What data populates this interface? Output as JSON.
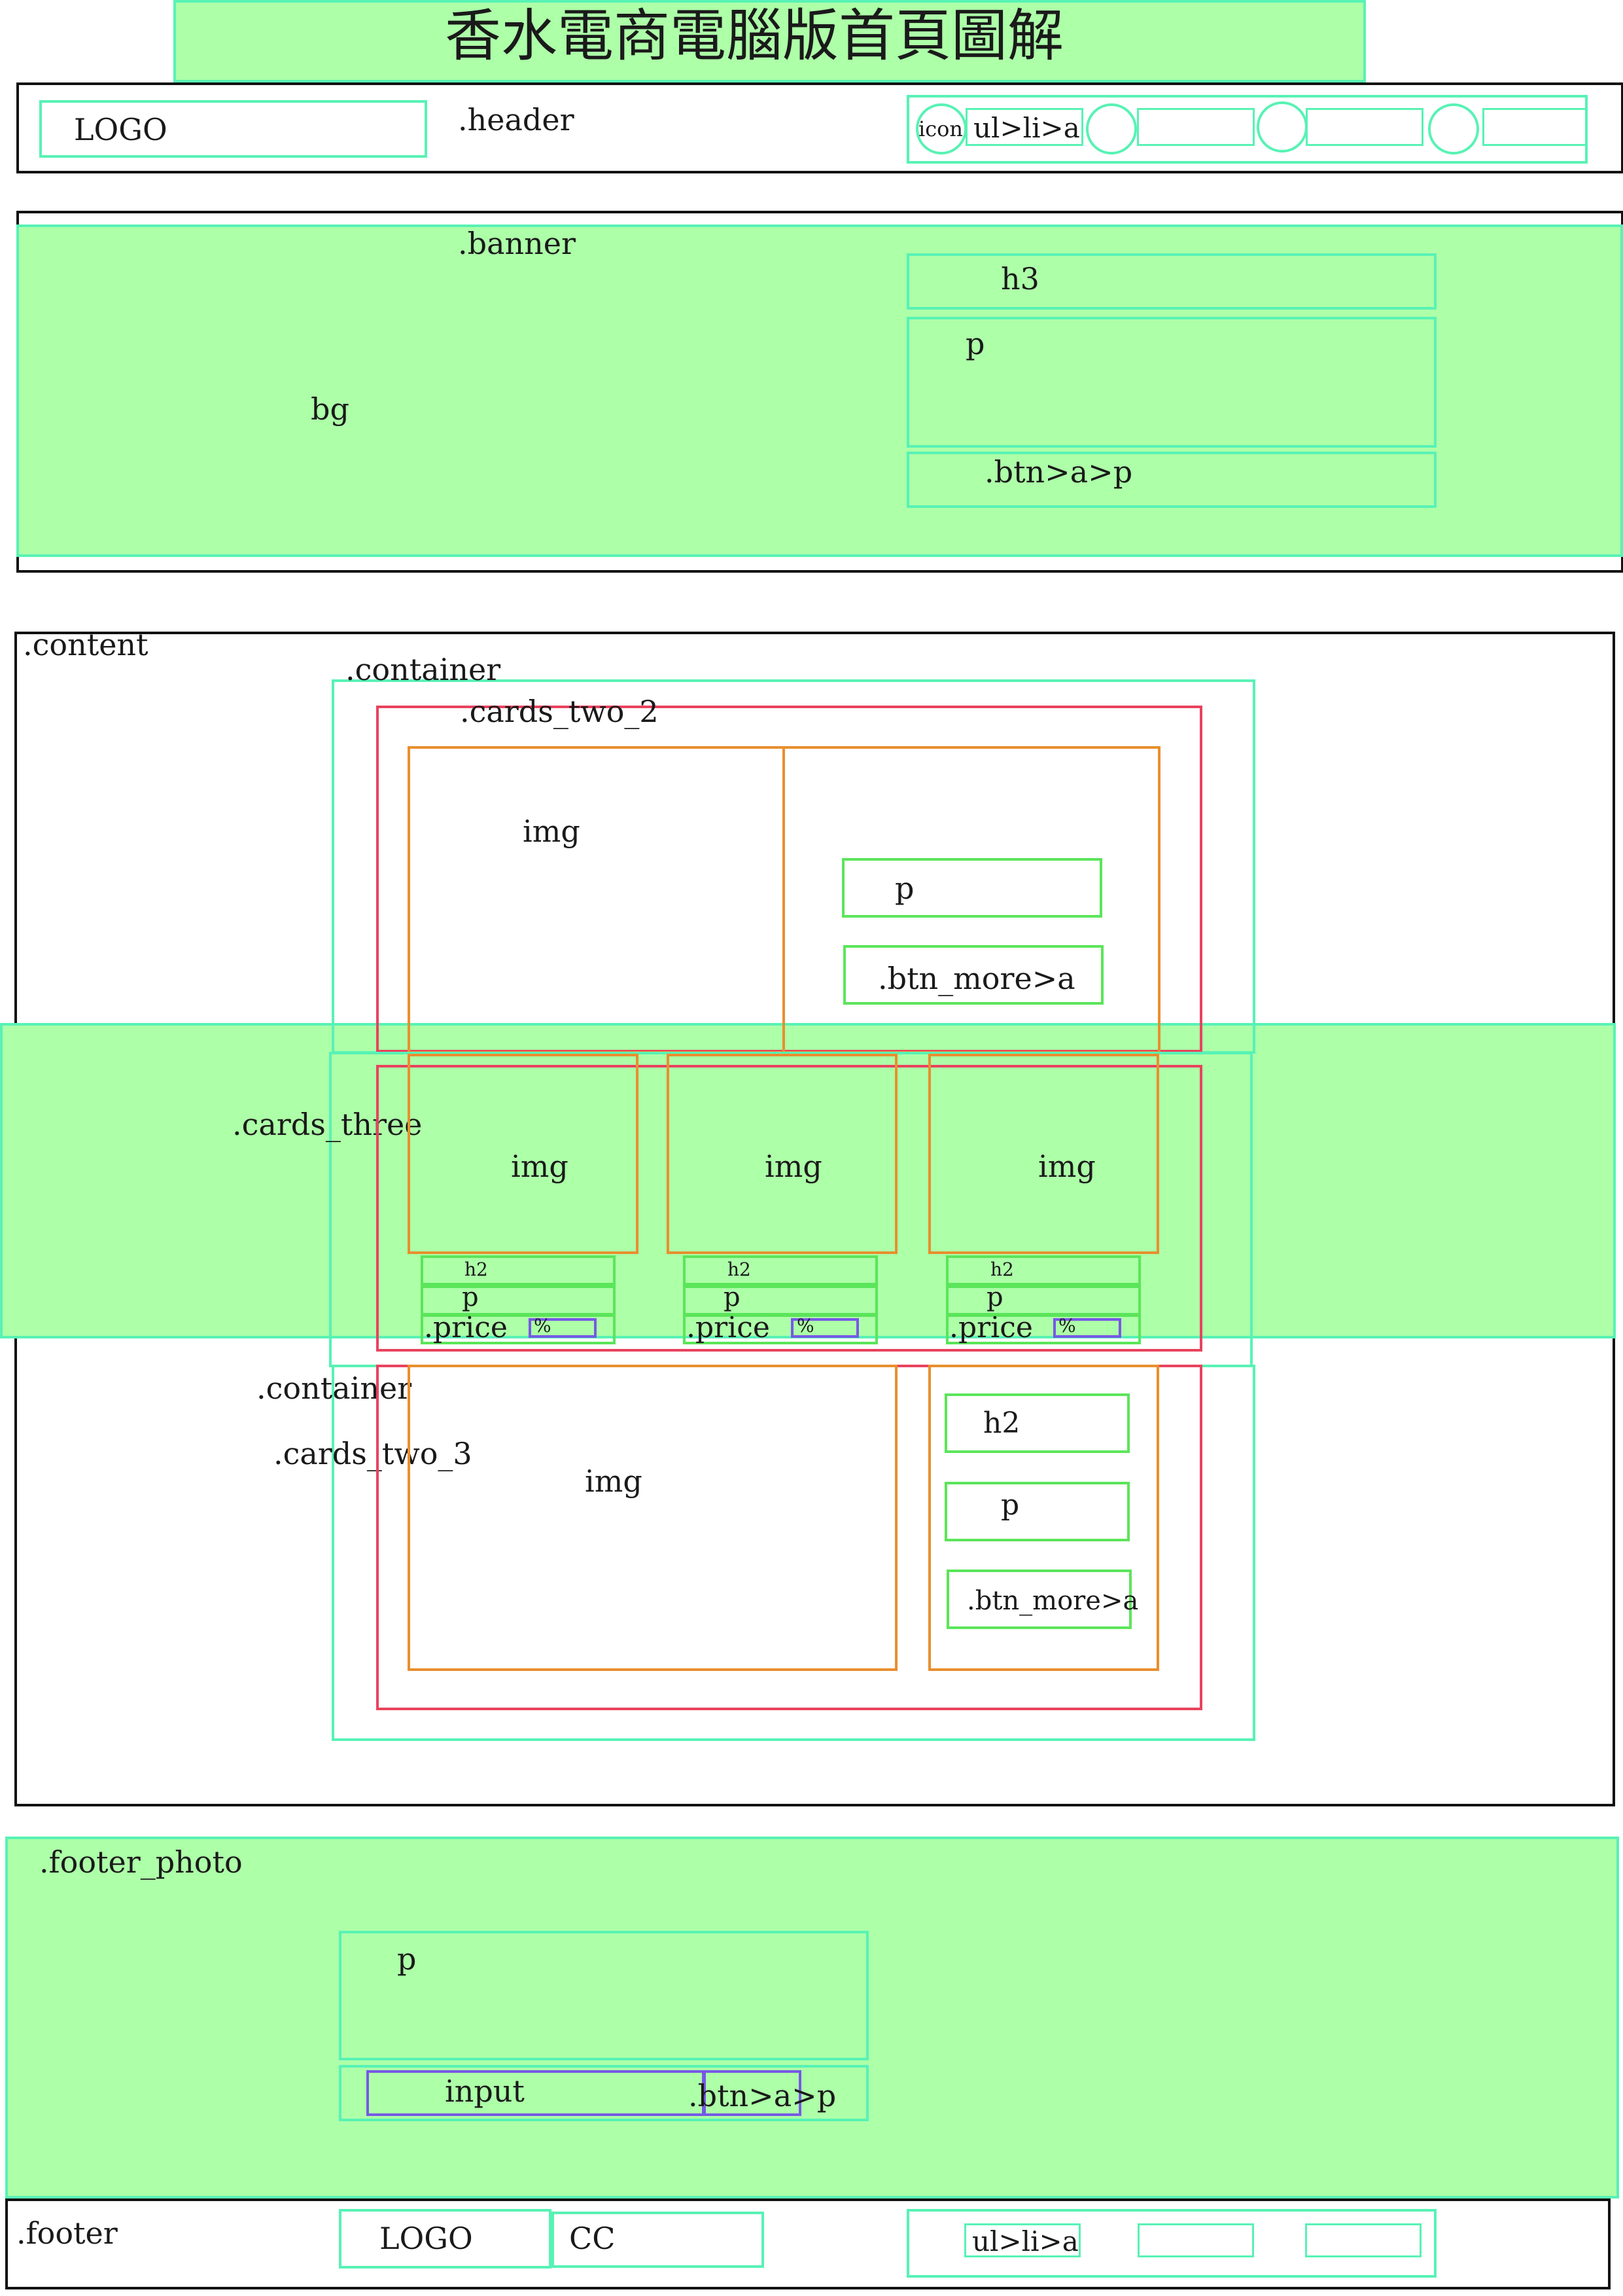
{
  "title": "香水電商電腦版首頁圖解",
  "header": {
    "label": ".header",
    "logo": "LOGO",
    "nav_icon": "icon",
    "nav_link": "ul>li>a"
  },
  "banner": {
    "label": ".banner",
    "bg": "bg",
    "h3": "h3",
    "p": "p",
    "btn": ".btn>a>p"
  },
  "content": {
    "label": ".content",
    "container_label": ".container",
    "cards_two_2": {
      "label": ".cards_two_2",
      "img": "img",
      "p": "p",
      "btn": ".btn_more>a"
    },
    "cards_three": {
      "label": ".cards_three",
      "cards": [
        {
          "img": "img",
          "h2": "h2",
          "p": "p",
          "price": ".price",
          "percent": "%"
        },
        {
          "img": "img",
          "h2": "h2",
          "p": "p",
          "price": ".price",
          "percent": "%"
        },
        {
          "img": "img",
          "h2": "h2",
          "p": "p",
          "price": ".price",
          "percent": "%"
        }
      ]
    },
    "container2_label": ".container",
    "cards_two_3": {
      "label": ".cards_two_3",
      "img": "img",
      "h2": "h2",
      "p": "p",
      "btn": ".btn_more>a"
    }
  },
  "footer_photo": {
    "label": ".footer_photo",
    "p": "p",
    "input": "input",
    "btn": ".btn>a>p"
  },
  "footer": {
    "label": ".footer",
    "logo": "LOGO",
    "cc": "CC",
    "nav_link": "ul>li>a"
  },
  "colors": {
    "fill": "#adffa8",
    "container_outline": "#58f2b5",
    "section_outline": "#111111",
    "row_outline": "#e8435e",
    "card_outline": "#e88f2e",
    "element_outline": "#5be55a",
    "tag_outline": "#7759e6"
  }
}
